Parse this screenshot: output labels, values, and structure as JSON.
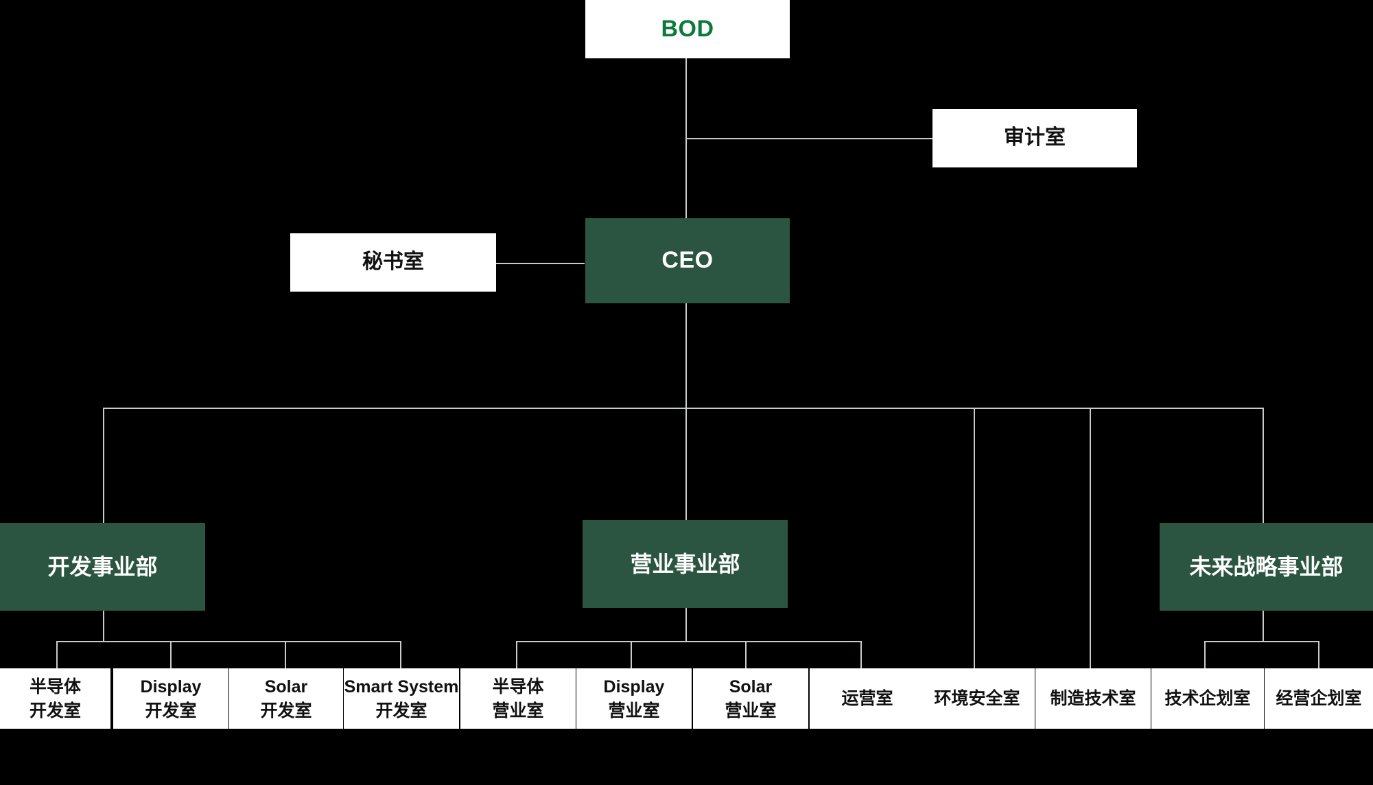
{
  "chart_data": {
    "type": "diagram",
    "title": "Organization Chart",
    "orientation": "top-down",
    "background_color": "#000000",
    "colors": {
      "division_fill": "#2b5540",
      "division_text": "#ffffff",
      "leaf_fill": "#ffffff",
      "leaf_text": "#111111",
      "bod_text": "#0a7a3a",
      "connector": "#c9cdc9"
    },
    "nodes": [
      {
        "id": "bod",
        "label": "BOD",
        "level": 0,
        "style": "white-box-green-text"
      },
      {
        "id": "audit",
        "label": "审计室",
        "level": 1,
        "style": "white-box",
        "attachment": "staff-right"
      },
      {
        "id": "ceo",
        "label": "CEO",
        "level": 1,
        "style": "green-box"
      },
      {
        "id": "secretary",
        "label": "秘书室",
        "level": 2,
        "style": "white-box",
        "attachment": "staff-left"
      },
      {
        "id": "dev_div",
        "label": "开发事业部",
        "level": 2,
        "style": "green-box"
      },
      {
        "id": "sales_div",
        "label": "营业事业部",
        "level": 2,
        "style": "green-box"
      },
      {
        "id": "future_div",
        "label": "未来战略事业部",
        "level": 2,
        "style": "green-box"
      },
      {
        "id": "leaf_semi_dev",
        "line1": "半导体",
        "line2": "开发室",
        "parent": "dev_div"
      },
      {
        "id": "leaf_display_dev",
        "line1": "Display",
        "line2": "开发室",
        "parent": "dev_div"
      },
      {
        "id": "leaf_solar_dev",
        "line1": "Solar",
        "line2": "开发室",
        "parent": "dev_div"
      },
      {
        "id": "leaf_smart_dev",
        "line1": "Smart System",
        "line2": "开发室",
        "parent": "dev_div"
      },
      {
        "id": "leaf_semi_sales",
        "line1": "半导体",
        "line2": "营业室",
        "parent": "sales_div"
      },
      {
        "id": "leaf_display_sales",
        "line1": "Display",
        "line2": "营业室",
        "parent": "sales_div"
      },
      {
        "id": "leaf_solar_sales",
        "line1": "Solar",
        "line2": "营业室",
        "parent": "sales_div"
      },
      {
        "id": "leaf_ops",
        "line1": "运营室",
        "line2": "",
        "parent": "sales_div"
      },
      {
        "id": "leaf_env_safety",
        "line1": "环境安全室",
        "line2": "",
        "parent": "ceo-bus"
      },
      {
        "id": "leaf_mfg_tech",
        "line1": "制造技术室",
        "line2": "",
        "parent": "ceo-bus"
      },
      {
        "id": "leaf_tech_plan",
        "line1": "技术企划室",
        "line2": "",
        "parent": "future_div"
      },
      {
        "id": "leaf_mgmt_plan",
        "line1": "经营企划室",
        "line2": "",
        "parent": "future_div"
      }
    ]
  },
  "top": {
    "bod_label": "BOD",
    "audit_label": "审计室",
    "ceo_label": "CEO",
    "secretary_label": "秘书室"
  },
  "divisions": {
    "dev": "开发事业部",
    "sales": "营业事业部",
    "future": "未来战略事业部"
  },
  "leaves": [
    {
      "line1": "半导体",
      "line2": "开发室"
    },
    {
      "line1": "Display",
      "line2": "开发室"
    },
    {
      "line1": "Solar",
      "line2": "开发室"
    },
    {
      "line1": "Smart System",
      "line2": "开发室"
    },
    {
      "line1": "半导体",
      "line2": "营业室"
    },
    {
      "line1": "Display",
      "line2": "营业室"
    },
    {
      "line1": "Solar",
      "line2": "营业室"
    },
    {
      "line1": "运营室",
      "line2": ""
    },
    {
      "line1": "环境安全室",
      "line2": ""
    },
    {
      "line1": "制造技术室",
      "line2": ""
    },
    {
      "line1": "技术企划室",
      "line2": ""
    },
    {
      "line1": "经营企划室",
      "line2": ""
    }
  ]
}
